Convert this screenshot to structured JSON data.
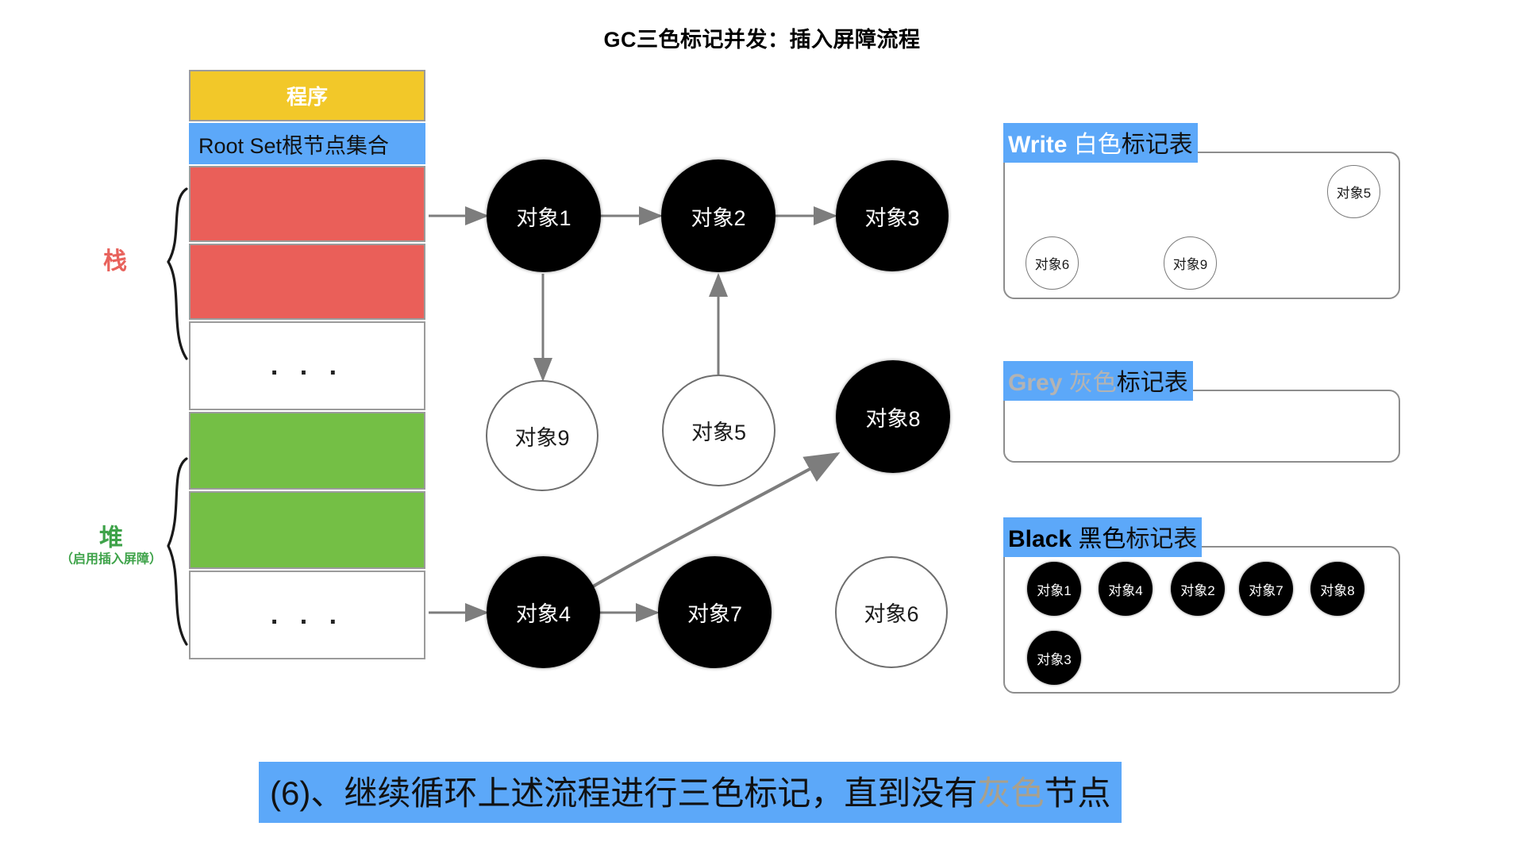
{
  "title": "GC三色标记并发：插入屏障流程",
  "memory_column": {
    "cells": [
      {
        "name": "program",
        "label": "程序",
        "color": "#F2C829"
      },
      {
        "name": "root-set",
        "label": "Root Set根节点集合",
        "color": "#5CA8F9"
      },
      {
        "name": "stack-slot-1",
        "label": "",
        "color": "#EA5F59"
      },
      {
        "name": "stack-slot-2",
        "label": "",
        "color": "#EA5F59"
      },
      {
        "name": "stack-ellipsis",
        "label": ". . .",
        "color": "#FFFFFF"
      },
      {
        "name": "heap-slot-1",
        "label": "",
        "color": "#74BF45"
      },
      {
        "name": "heap-slot-2",
        "label": "",
        "color": "#74BF45"
      },
      {
        "name": "heap-ellipsis",
        "label": ". . .",
        "color": "#FFFFFF"
      }
    ]
  },
  "side_labels": {
    "stack": {
      "main": "栈",
      "sub": "",
      "color": "#E8625C"
    },
    "heap": {
      "main": "堆",
      "sub": "（启用插入屏障）",
      "color": "#3FA34A"
    }
  },
  "graph": {
    "nodes": [
      {
        "id": "obj1",
        "label": "对象1",
        "fill": "black"
      },
      {
        "id": "obj2",
        "label": "对象2",
        "fill": "black"
      },
      {
        "id": "obj3",
        "label": "对象3",
        "fill": "black"
      },
      {
        "id": "obj9",
        "label": "对象9",
        "fill": "white"
      },
      {
        "id": "obj5",
        "label": "对象5",
        "fill": "white"
      },
      {
        "id": "obj8",
        "label": "对象8",
        "fill": "black"
      },
      {
        "id": "obj4",
        "label": "对象4",
        "fill": "black"
      },
      {
        "id": "obj7",
        "label": "对象7",
        "fill": "black"
      },
      {
        "id": "obj6",
        "label": "对象6",
        "fill": "white"
      }
    ],
    "edges": [
      {
        "from": "root-set",
        "to": "obj1"
      },
      {
        "from": "obj1",
        "to": "obj2"
      },
      {
        "from": "obj2",
        "to": "obj3"
      },
      {
        "from": "obj1",
        "to": "obj9"
      },
      {
        "from": "obj5",
        "to": "obj2"
      },
      {
        "from": "heap-slot-2",
        "to": "obj4"
      },
      {
        "from": "obj4",
        "to": "obj7"
      },
      {
        "from": "obj4",
        "to": "obj8"
      }
    ]
  },
  "mark_tables": [
    {
      "name": "white-mark-table",
      "title_en": "Write ",
      "title_color": "白色",
      "title_rest": "标记表",
      "items": [
        {
          "label": "对象5",
          "fill": "white"
        },
        {
          "label": "对象6",
          "fill": "white"
        },
        {
          "label": "对象9",
          "fill": "white"
        }
      ]
    },
    {
      "name": "grey-mark-table",
      "title_en": "Grey ",
      "title_color": "灰色",
      "title_rest": "标记表",
      "items": []
    },
    {
      "name": "black-mark-table",
      "title_en": "Black ",
      "title_color": "黑色",
      "title_rest": "标记表",
      "items": [
        {
          "label": "对象1",
          "fill": "black"
        },
        {
          "label": "对象4",
          "fill": "black"
        },
        {
          "label": "对象2",
          "fill": "black"
        },
        {
          "label": "对象7",
          "fill": "black"
        },
        {
          "label": "对象8",
          "fill": "black"
        },
        {
          "label": "对象3",
          "fill": "black"
        }
      ]
    }
  ],
  "caption": {
    "prefix": "(6)、继续循环上述流程进行三色标记，直到没有",
    "highlight": "灰色",
    "suffix": "节点"
  }
}
